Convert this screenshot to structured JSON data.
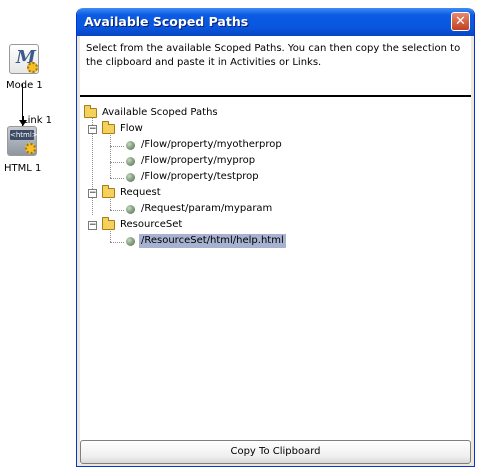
{
  "canvas": {
    "mode_node_label": "Mode 1",
    "link_label": "Link 1",
    "html_node_label": "HTML 1",
    "html_icon_text": "<html>"
  },
  "dialog": {
    "title": "Available Scoped Paths",
    "close_glyph": "✕",
    "instructions": "Select from the available Scoped Paths.  You can then copy the selection to the clipboard and paste it in Activities or Links.",
    "tree": {
      "root": "Available Scoped Paths",
      "groups": [
        {
          "label": "Flow",
          "items": [
            "/Flow/property/myotherprop",
            "/Flow/property/myprop",
            "/Flow/property/testprop"
          ]
        },
        {
          "label": "Request",
          "items": [
            "/Request/param/myparam"
          ]
        },
        {
          "label": "ResourceSet",
          "items": [
            "/ResourceSet/html/help.html"
          ]
        }
      ],
      "selected": "/ResourceSet/html/help.html",
      "collapse_glyph": "−"
    },
    "copy_button_label": "Copy To Clipboard"
  }
}
